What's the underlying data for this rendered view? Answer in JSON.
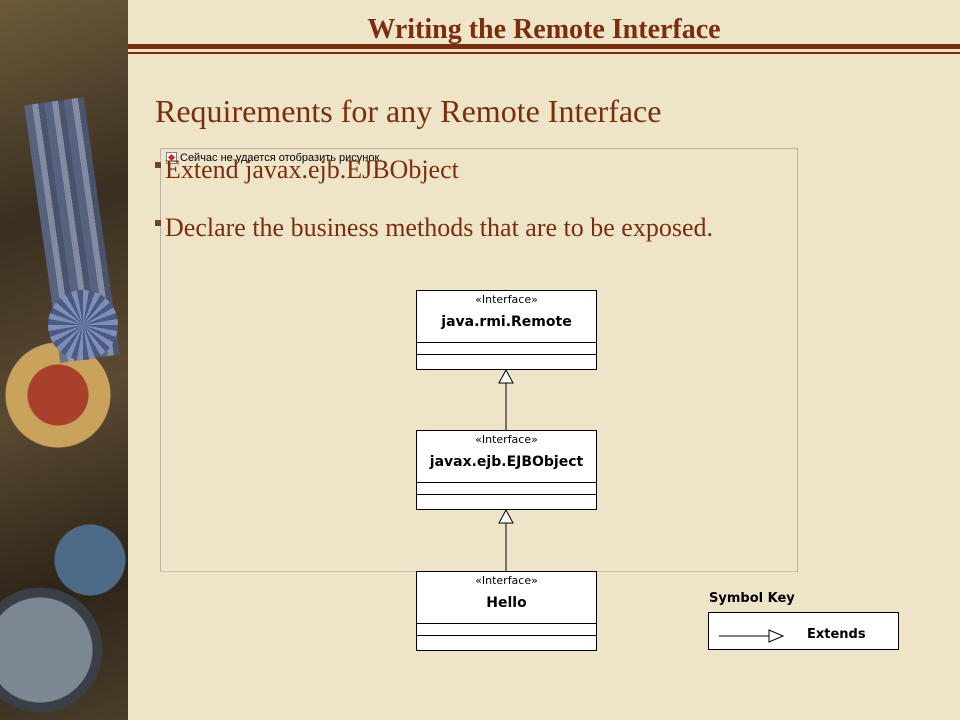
{
  "slide": {
    "title": "Writing the Remote Interface",
    "heading": "Requirements for any Remote Interface",
    "bullets": [
      "Extend javax.ejb.EJBObject",
      "Declare the business methods that are to be exposed."
    ],
    "broken_image_text": "Сейчас не удается отобразить рисунок."
  },
  "diagram": {
    "boxes": [
      {
        "stereotype": "«Interface»",
        "name": "java.rmi.Remote"
      },
      {
        "stereotype": "«Interface»",
        "name": "javax.ejb.EJBObject"
      },
      {
        "stereotype": "«Interface»",
        "name": "Hello"
      }
    ],
    "symbol_key": {
      "title": "Symbol Key",
      "extends_label": "Extends"
    }
  },
  "colors": {
    "accent": "#7a2e0e",
    "background": "#eee5c9"
  }
}
